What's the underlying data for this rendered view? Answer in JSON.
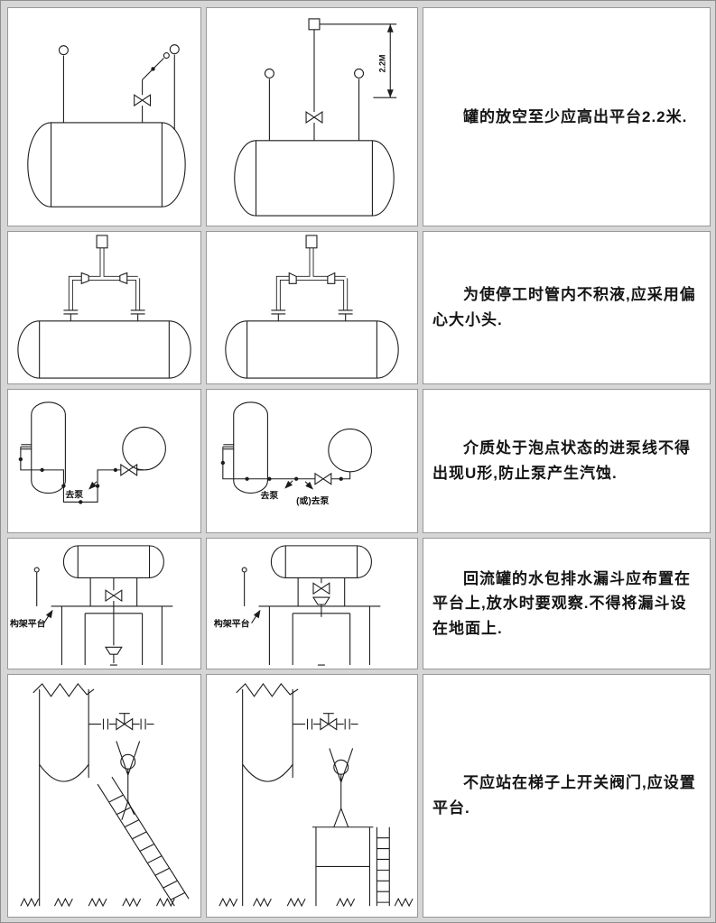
{
  "page": {
    "background": "#d6d6d6",
    "cell_background": "#ffffff",
    "line_color": "#1c1c1c"
  },
  "table": {
    "rows": [
      {
        "note": "罐的放空至少应高出平台2.2米.",
        "labels": {
          "dim": "2.2M"
        }
      },
      {
        "note": "为使停工时管内不积液,应采用偏心大小头."
      },
      {
        "note": "介质处于泡点状态的进泵线不得出现U形,防止泵产生汽蚀.",
        "labels": {
          "to_pump": "去泵",
          "or_to_pump": "(或)去泵"
        }
      },
      {
        "note": "回流罐的水包排水漏斗应布置在平台上,放水时要观察.不得将漏斗设在地面上.",
        "labels": {
          "platform": "构架平台"
        }
      },
      {
        "note": "不应站在梯子上开关阀门,应设置平台."
      }
    ]
  }
}
